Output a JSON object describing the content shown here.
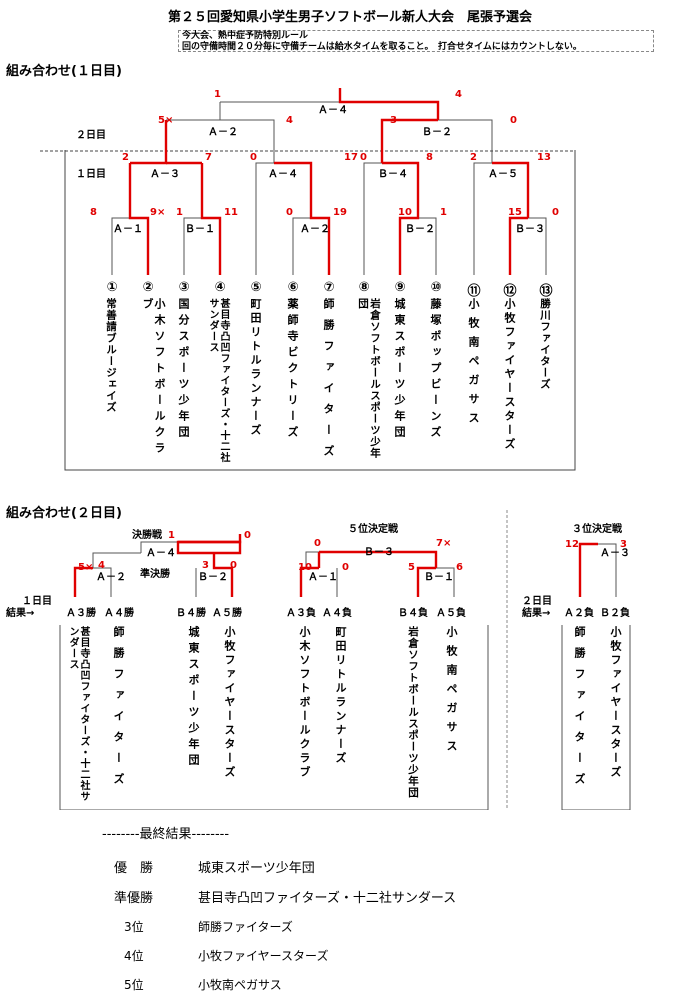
{
  "header": {
    "title": "第２５回愛知県小学生男子ソフトボール新人大会　尾張予選会",
    "notice_line1": "今大会、熱中症予防特別ルール",
    "notice_line2": "回の守備時間２０分毎に守備チームは給水タイムを取ること。　打合せタイムにはカウントしない。"
  },
  "day1": {
    "section_title": "組み合わせ(１日目)",
    "label_day2": "２日目",
    "label_day1": "１日目",
    "teams": [
      {
        "no": "①",
        "name": "常善請ブルージェイズ"
      },
      {
        "no": "②",
        "name": "小木ソフトボールクラブ"
      },
      {
        "no": "③",
        "name": "国分スポーツ少年団"
      },
      {
        "no": "④",
        "name": "甚目寺凸凹ファイターズ・十二社サンダース"
      },
      {
        "no": "⑤",
        "name": "町田リトルランナーズ"
      },
      {
        "no": "⑥",
        "name": "薬師寺ビクトリーズ"
      },
      {
        "no": "⑦",
        "name": "師勝ファイターズ"
      },
      {
        "no": "⑧",
        "name": "岩倉ソフトボールスポーツ少年団"
      },
      {
        "no": "⑨",
        "name": "城東スポーツ少年団"
      },
      {
        "no": "⑩",
        "name": "藤塚ポップビーンズ"
      },
      {
        "no": "⑪",
        "name": "小牧南ペガサス"
      },
      {
        "no": "⑫",
        "name": "小牧ファイヤースターズ"
      },
      {
        "no": "⑬",
        "name": "勝川ファイターズ"
      }
    ],
    "games": {
      "A1": "Ａ－１",
      "B1": "Ｂ－１",
      "A2": "Ａ－２",
      "B2": "Ｂ－２",
      "B3": "Ｂ－３",
      "A3": "Ａ－３",
      "A4": "Ａ－４",
      "B4": "Ｂ－４",
      "A5": "Ａ－５",
      "A2top": "Ａ－２",
      "B2top": "Ｂ－２",
      "A4top": "Ａ－４"
    },
    "scores": {
      "a1l": "8",
      "a1r": "9×",
      "b1l": "1",
      "b1r": "11",
      "a2l": "0",
      "a2r": "19",
      "b2l": "10",
      "b2r": "1",
      "b3l": "15",
      "b3r": "0",
      "a3l": "2",
      "a3r": "7",
      "a4l": "0",
      "a4r": "17",
      "b4l": "0",
      "b4r": "8",
      "a5l": "2",
      "a5r": "13",
      "a2tl": "5×",
      "a2tr": "4",
      "b2tl": "3",
      "b2tr": "0",
      "a4tl": "1",
      "a4tr": "4"
    }
  },
  "day2": {
    "section_title": "組み合わせ(２日目)",
    "final_title": "決勝戦",
    "fifth_title": "５位決定戦",
    "third_title": "３位決定戦",
    "semi_label": "準決勝",
    "day1_label": "１日目",
    "result_label": "結果→",
    "day2_label": "２日目",
    "slots": [
      "Ａ３勝",
      "Ａ４勝",
      "Ｂ４勝",
      "Ａ５勝",
      "Ａ３負",
      "Ａ４負",
      "Ｂ４負",
      "Ａ５負",
      "Ａ２負",
      "Ｂ２負"
    ],
    "teams": [
      "甚目寺凸凹ファイターズ・十二社サンダース",
      "師勝ファイターズ",
      "城東スポーツ少年団",
      "小牧ファイヤースターズ",
      "小木ソフトボールクラブ",
      "町田リトルランナーズ",
      "岩倉ソフトボールスポーツ少年団",
      "小牧南ペガサス",
      "師勝ファイターズ",
      "小牧ファイヤースターズ"
    ],
    "games": {
      "A2": "Ａ－２",
      "B2": "Ｂ－２",
      "A4": "Ａ－４",
      "A1": "Ａ－１",
      "B1": "Ｂ－１",
      "B3": "Ｂ－３",
      "A3": "Ａ－３"
    },
    "scores": {
      "a2l": "5×",
      "a2r": "4",
      "b2l": "3",
      "b2r": "0",
      "a4l": "1",
      "a4r": "0",
      "a1l": "10",
      "a1r": "0",
      "b1l": "5",
      "b1r": "6",
      "b3l": "0",
      "b3r": "7×",
      "a3l": "12",
      "a3r": "3"
    }
  },
  "final": {
    "heading": "--------最終結果--------",
    "rows": [
      {
        "rank": "優　勝",
        "team": "城東スポーツ少年団"
      },
      {
        "rank": "準優勝",
        "team": "甚目寺凸凹ファイターズ・十二社サンダース"
      },
      {
        "rank": "3位",
        "team": "師勝ファイターズ"
      },
      {
        "rank": "4位",
        "team": "小牧ファイヤースターズ"
      },
      {
        "rank": "5位",
        "team": "小牧南ペガサス"
      }
    ]
  },
  "colors": {
    "win": "#e00000",
    "line": "#555555"
  }
}
